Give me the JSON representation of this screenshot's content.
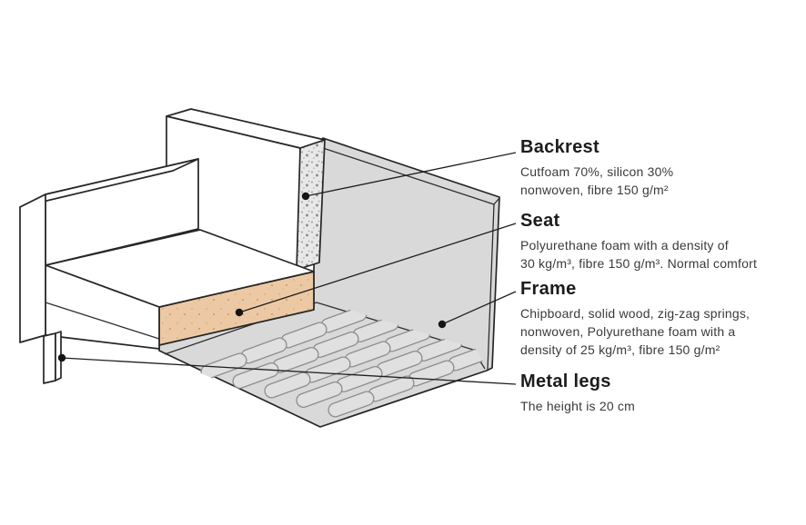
{
  "diagram": {
    "name": "sofa-materials-cutaway",
    "colors": {
      "outline": "#262626",
      "frame_fill": "#d9d9d9",
      "foam_fill": "#ecc9a4",
      "cutfoam_fill": "#e8e8e8",
      "cushion_fill": "#ffffff",
      "spring_fill": "#e0e0e0",
      "leader": "#1f1f1f",
      "title_text": "#1c1c1c",
      "body_text": "#3a3a3a"
    }
  },
  "labels": [
    {
      "id": "backrest",
      "title": "Backrest",
      "lines": [
        "Cutfoam 70%, silicon 30%",
        "nonwoven, fibre 150 g/m²"
      ]
    },
    {
      "id": "seat",
      "title": "Seat",
      "lines": [
        "Polyurethane foam with a density of",
        "30 kg/m³, fibre 150 g/m³. Normal comfort"
      ]
    },
    {
      "id": "frame",
      "title": "Frame",
      "lines": [
        "Chipboard, solid wood, zig-zag springs,",
        "nonwoven, Polyurethane foam with a",
        "density of 25 kg/m³, fibre 150 g/m²"
      ]
    },
    {
      "id": "metal-legs",
      "title": "Metal legs",
      "lines": [
        "The height is 20 cm"
      ]
    }
  ]
}
